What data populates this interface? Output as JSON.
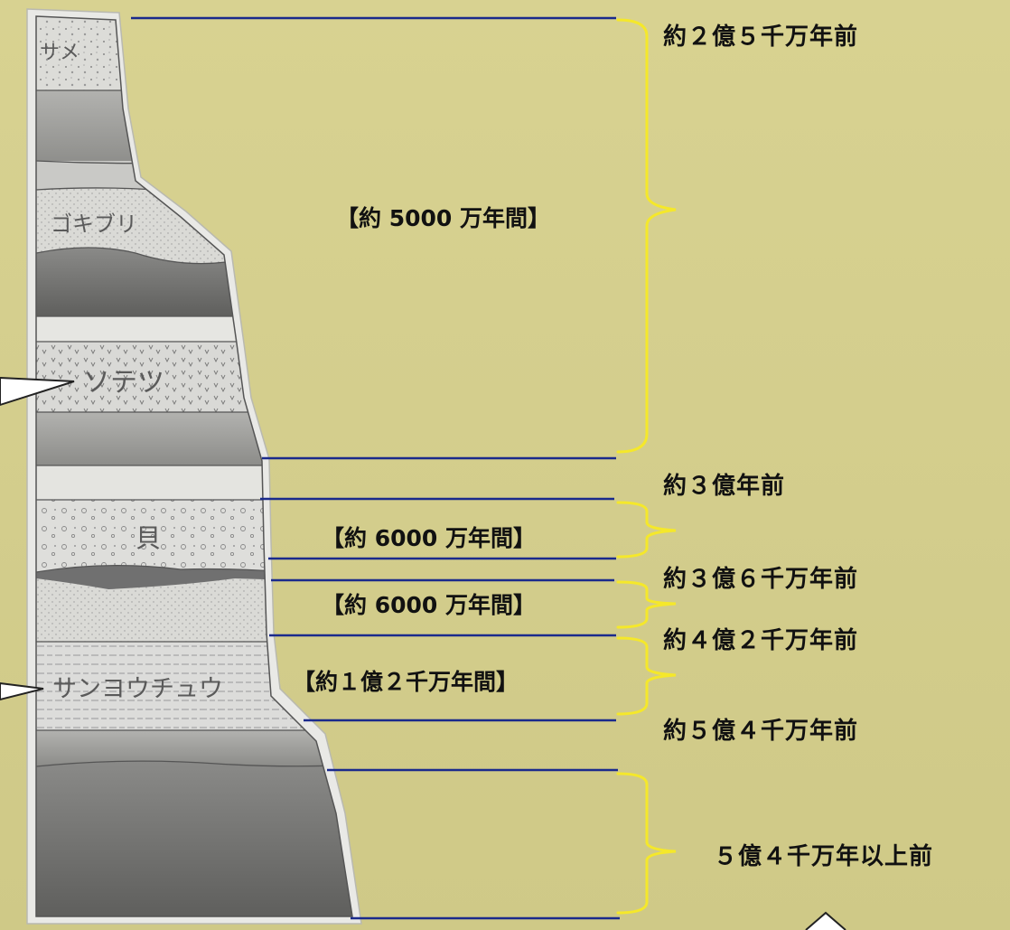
{
  "colors": {
    "background": "#d3cd8d",
    "boundary_line": "#1a2a8c",
    "bracket": "#f5e82a",
    "text": "#111111"
  },
  "fossil_labels": {
    "shark": "サメ",
    "cockroach": "ゴキブリ",
    "cycad": "ソテツ",
    "shellfish": "貝",
    "coral": "サンヨウチュウ"
  },
  "time_markers": {
    "t1": "約２億５千万年前",
    "t2": "約３億年前",
    "t3": "約３億６千万年前",
    "t4": "約４億２千万年前",
    "t5": "約５億４千万年前",
    "t6": "５億４千万年以上前"
  },
  "durations": {
    "d1": "【約 5000 万年間】",
    "d2": "【約 6000 万年間】",
    "d3": "【約 6000 万年間】",
    "d4": "【約１億２千万年間】"
  }
}
